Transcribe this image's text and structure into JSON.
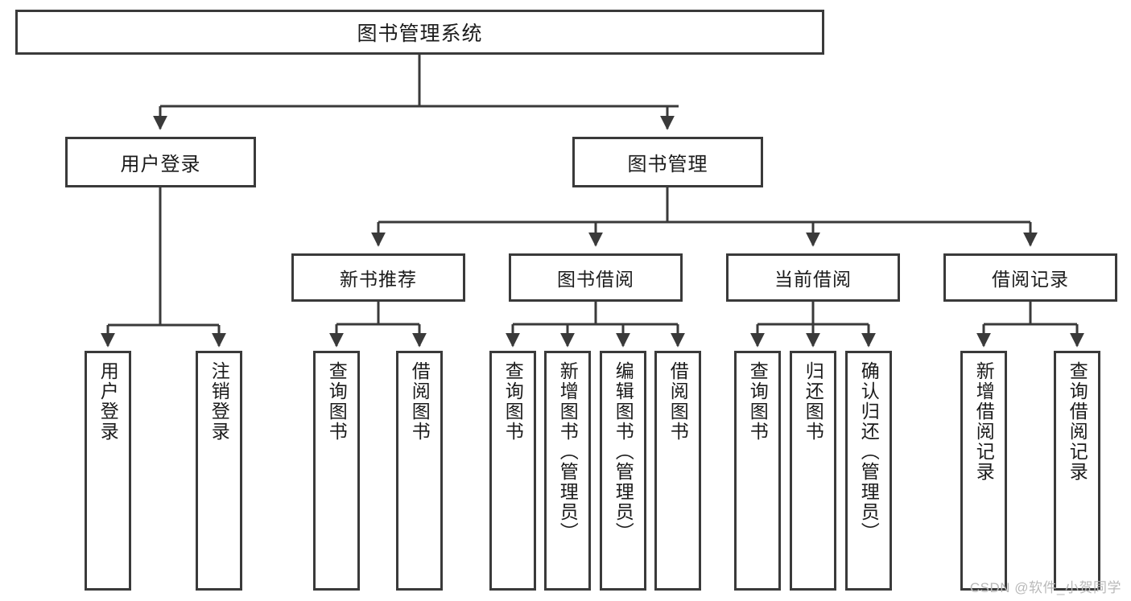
{
  "diagram": {
    "title": "图书管理系统",
    "watermark": "CSDN @软件_小贺同学",
    "colors": {
      "border": "#3a3a3a",
      "background": "#ffffff",
      "text": "#1b1b1b",
      "watermark": "#b9b9b9"
    },
    "root": {
      "label": "图书管理系统"
    },
    "level2": [
      {
        "label": "用户登录"
      },
      {
        "label": "图书管理"
      }
    ],
    "level3": [
      {
        "label": "新书推荐"
      },
      {
        "label": "图书借阅"
      },
      {
        "label": "当前借阅"
      },
      {
        "label": "借阅记录"
      }
    ],
    "leaves": {
      "user_login": [
        {
          "label": "用户登录"
        },
        {
          "label": "注销登录"
        }
      ],
      "new_book_recommend": [
        {
          "label": "查询图书"
        },
        {
          "label": "借阅图书"
        }
      ],
      "book_borrow": [
        {
          "label": "查询图书"
        },
        {
          "label": "新增图书（管理员）"
        },
        {
          "label": "编辑图书（管理员）"
        },
        {
          "label": "借阅图书"
        }
      ],
      "current_borrow": [
        {
          "label": "查询图书"
        },
        {
          "label": "归还图书"
        },
        {
          "label": "确认归还（管理员）"
        }
      ],
      "borrow_record": [
        {
          "label": "新增借阅记录"
        },
        {
          "label": "查询借阅记录"
        }
      ]
    }
  }
}
